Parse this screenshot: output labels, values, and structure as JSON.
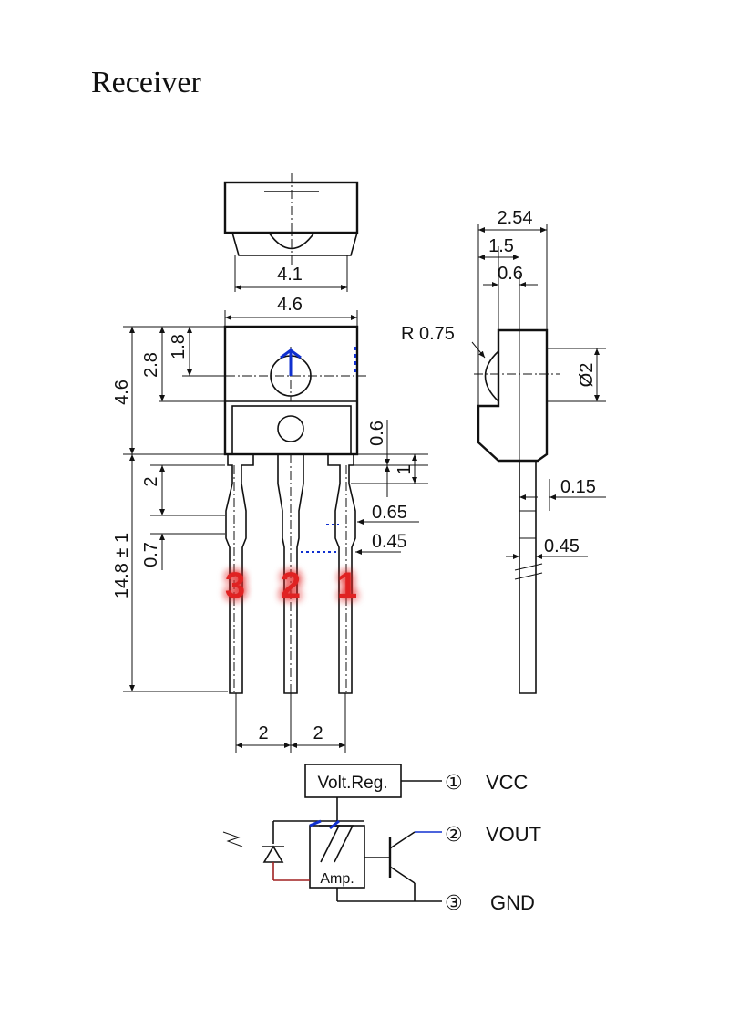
{
  "title": "Receiver",
  "dims": {
    "top_width": "4.1",
    "body_width": "4.6",
    "height": "4.6",
    "h_2_8": "2.8",
    "h_1_8": "1.8",
    "h_0_6": "0.6",
    "h_1": "1",
    "lead_2": "2",
    "lead_0_7": "0.7",
    "lead_len": "14.8 ± 1",
    "w_0_65": "0.65",
    "w_0_45": "0.45",
    "pitch_left": "2",
    "pitch_right": "2",
    "side_2_54": "2.54",
    "side_1_5": "1.5",
    "side_0_6": "0.6",
    "radius": "R 0.75",
    "diameter": "Ø2",
    "side_0_15": "0.15",
    "side_0_45": "0.45"
  },
  "pins": {
    "p3": "3",
    "p2": "2",
    "p1": "1",
    "color": "#e02020",
    "glow": "#f6a0a0"
  },
  "schematic": {
    "regulator": "Volt.Reg.",
    "amp": "Amp.",
    "pin1": "①",
    "vcc": "VCC",
    "pin2": "②",
    "vout": "VOUT",
    "pin3": "③",
    "gnd": "GND",
    "accent": "#1030d0",
    "wire_red": "#a02020"
  }
}
